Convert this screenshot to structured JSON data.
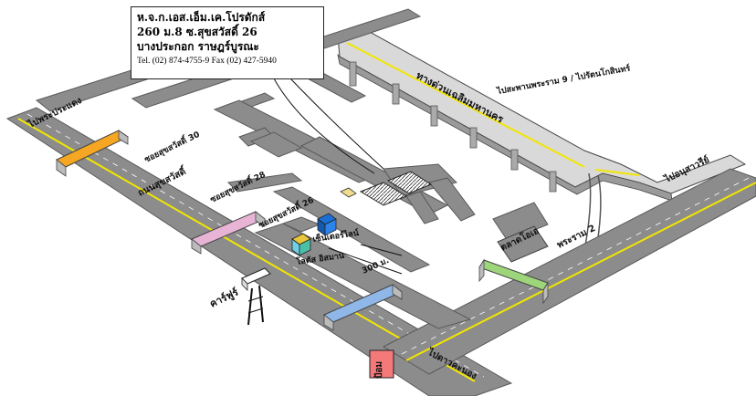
{
  "company": {
    "name": "ห.จ.ก.เอส.เอ็ม.เค.โปรดักส์",
    "address1": "260 ม.8 ซ.สุขสวัสดิ์ 26",
    "address2": "บางประกอก ราษฎร์บูรณะ",
    "contact": "Tel. (02) 874-4755-9   Fax  (02) 427-5940"
  },
  "labels": {
    "to_pracha_uthit": "ไปพระประแดง",
    "suksawat_road": "ถนนสุขสวัสดิ์",
    "soi_30": "ซอยสุขสวัสดิ์ 30",
    "soi_28": "ซอยสุขสวัสดิ์ 28",
    "soi_26": "ซอยสุขสวัสดิ์ 26",
    "expressway": "ทางด่วนเฉลิมมหานคร",
    "to_bhumibol": "ไปสะพานพระราม 9 / ไปรัตนโกสินทร์",
    "to_pak_klong": "ไปอนุสาวรีย์",
    "rama2": "พระราม 2",
    "market": "ตลาดโอเอ",
    "seven_eleven": "เซ็นเตอร์ไลน์",
    "shop_green": "โลตัส อิสมาน",
    "distance": "300 ม.",
    "caltex": "คาร์ฟูร์",
    "police": "ป้อม",
    "to_dao_khanong": "ไปดาวคะนอง",
    "to_rat_burana": "ไปพระประแดง"
  },
  "colors": {
    "road": "#8c8c8c",
    "road_dark": "#5a5a5a",
    "center_line": "#f2e600",
    "lane_white": "#ffffff",
    "bridge_orange": "#f5a623",
    "bridge_pink": "#e8b4d6",
    "bridge_blue": "#8fb7e8",
    "bridge_green": "#9dd67a",
    "expressway": "#cfcfcf",
    "police_box": "#f47a7a"
  }
}
